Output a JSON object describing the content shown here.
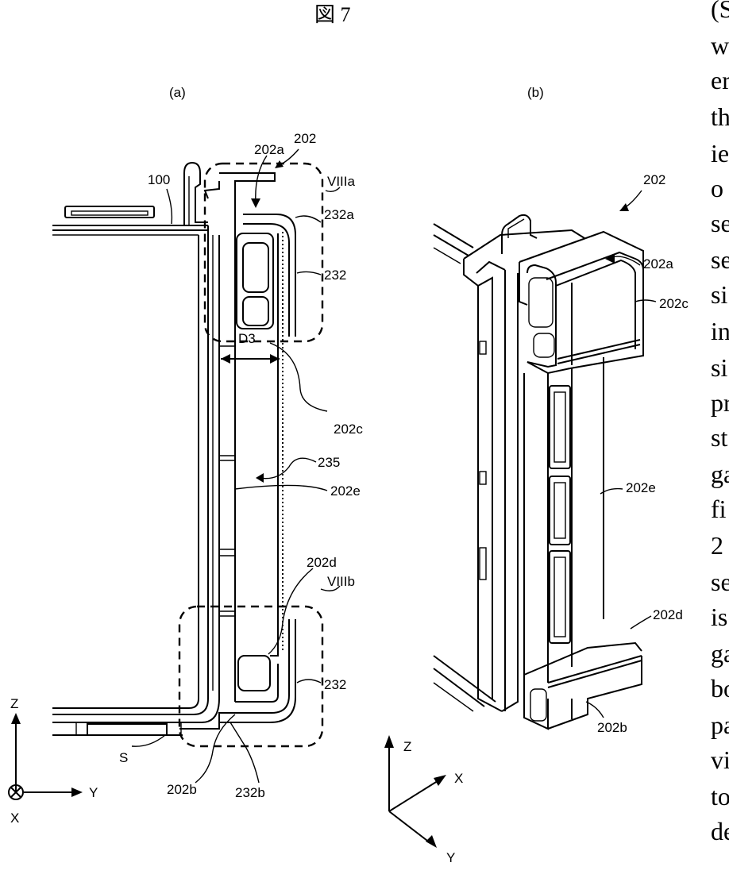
{
  "figure": {
    "title": "図 7"
  },
  "panel_a": {
    "label": "(a)",
    "labels": {
      "l202a": "202a",
      "l202": "202",
      "l100": "100",
      "lVIIIa": "VIIIa",
      "l232a": "232a",
      "l232_top": "232",
      "l202c": "202c",
      "lD3": "D3",
      "l235": "235",
      "l202e": "202e",
      "l202d": "202d",
      "lVIIIb": "VIIIb",
      "l232_bot": "232",
      "lS": "S",
      "l202b": "202b",
      "l232b": "232b"
    },
    "axes": {
      "z": "Z",
      "y": "Y",
      "x": "X"
    }
  },
  "panel_b": {
    "label": "(b)",
    "labels": {
      "l202": "202",
      "l202a": "202a",
      "l202c": "202c",
      "l202e": "202e",
      "l202d": "202d",
      "l202b": "202b"
    },
    "axes": {
      "z": "Z",
      "x": "X",
      "y": "Y"
    }
  },
  "side_text": [
    "(S",
    "w",
    "er",
    "th",
    "ie",
    "o",
    "se",
    "se",
    "si",
    "in",
    "si",
    "pr",
    "st",
    "ga",
    "fi",
    "2",
    "se",
    "is",
    "ga",
    "bo",
    "pa",
    "vi",
    "to",
    "de"
  ]
}
